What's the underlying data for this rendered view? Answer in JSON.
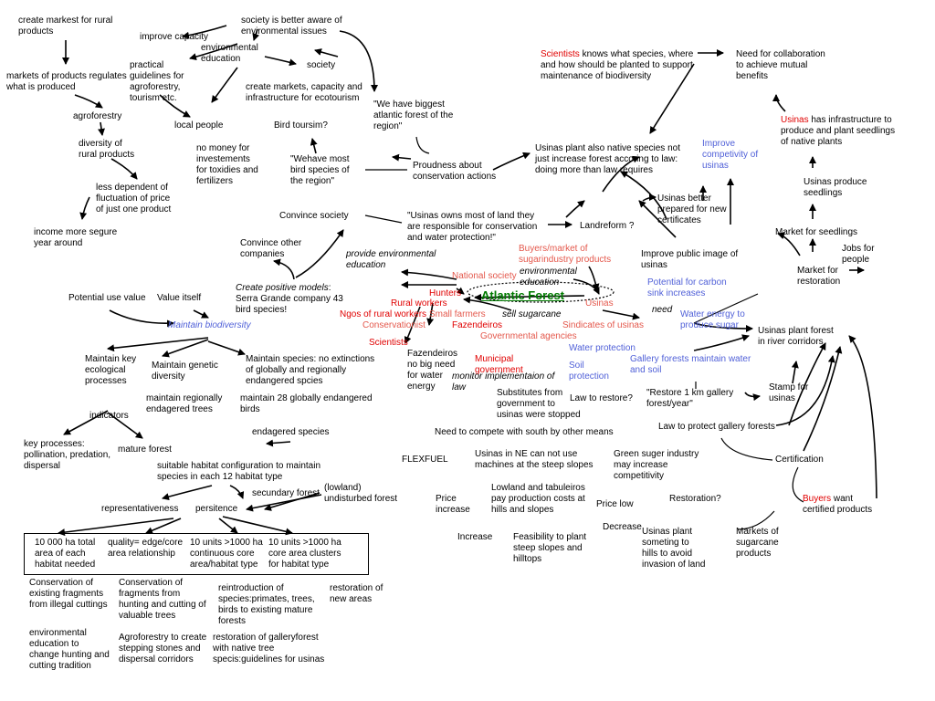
{
  "center": "Atlantic Forest",
  "colors": {
    "red": "#e00000",
    "salmon": "#e4584c",
    "blue": "#5060d8",
    "green": "#007a00"
  },
  "nodes": {
    "n1": "create markest for rural\nproducts",
    "n2": "society is better aware of\nenvironmental issues",
    "n3": "improve capacity",
    "n4": "environmental\neducation",
    "n5": "practical\nguidelines for\nagroforestry,\ntourism etc.",
    "n6": "society",
    "n7": "markets of products regulates\nwhat is produced",
    "n8": "create markets, capacity and\ninfrastructure for ecotourism",
    "n9": "agroforestry",
    "n10": "local people",
    "n11": "Bird toursim?",
    "n12": "\"We have biggest\natlantic forest of the\nregion\"",
    "n13": "diversity of\nrural products",
    "n14": "no money for\ninvestements\nfor toxidies and\nfertilizers",
    "n15": "\"Wehave most\nbird species of\nthe region\"",
    "n16": "Proudness about\nconservation actions",
    "n17": "less dependent of\nfluctuation of price\nof just one product",
    "n18": "income more segure\nyear around",
    "n19": "Convince society",
    "n20": "\"Usinas owns most of land they\nare responsible for conservation\nand water protection!\"",
    "n21": "Landreform ?",
    "n22a": "Scientists",
    "n22b": " knows what species, where\nand how should be planted to support\nmaintenance of biodiversity",
    "n23": "Need for collaboration\nto achieve mutual\nbenefits",
    "n24": "Usinas plant also native species not\njust increase forest accoring to law:\ndoing more than law requires",
    "n25": "Improve\ncompetivity of\nusinas",
    "n26a": "Usinas",
    "n26b": " has infrastructure to\nproduce and plant seedlings\nof  native plants",
    "n27": "Usinas produce\nseedlings",
    "n28": "Usinas better\nprepared for new\ncertificates",
    "n29": "Market for seedlings",
    "n30": "Jobs for\npeople",
    "n31": "Convince other\ncompanies",
    "n32": "provide environmental\neducation",
    "n33": "Buyers/market of\nsugarindustry products",
    "n34": "Improve public image of\nusinas",
    "n35": "Market for\nrestoration",
    "n36": "Potential for carbon\nsink increases",
    "n37": "National society",
    "n38": "environmental\neducation",
    "n39": "Create positive models",
    "n39b": ":\nSerra Grande company 43\nbird species!",
    "n40": "Hunters",
    "n41": "Usinas",
    "n42": "need",
    "n43": "Potential use value",
    "n44": "Value itself",
    "n45": "Rural workers",
    "n46": "Ngos of rural workers",
    "n47": "Small farmers",
    "n48": "sell sugarcane",
    "n49": "Water energy to\nproduce sugar",
    "n50": "Maintain biodiversity",
    "n51": "Conservationist",
    "n52": "Fazendeiros",
    "n53": "Sindicates of usinas",
    "n54": "Usinas plant forest\nin river corridors",
    "n55": "Scientists",
    "n56": "Governmental agencies",
    "n57": "Water protection",
    "n58": "Fazendeiros\nno big need\nfor water\nenergy",
    "n59": "Municipal\ngovernment",
    "n60": "Gallery forests maintain water\nand soil",
    "n61": "Soil\nprotection",
    "n62": "Maintain key\necological\nprocesses",
    "n63": "Maintain genetic\ndiversity",
    "n64": "Maintain species: no extinctions\nof globally and regionally\nendangered spcies",
    "n65": "monitor implementaion of\nlaw",
    "n66": "Substitutes from\ngovernment to\nusinas were stopped",
    "n67": "Law to restore?",
    "n68": "\"Restore 1 km gallery\nforest/year\"",
    "n69": "Stamp for\nusinas",
    "n70": "maintain regionally\nendagered trees",
    "n71": "maintain 28 globally endangered\nbirds",
    "n72": "indicators",
    "n73": "Law to protect gallery forests",
    "n74": "endagered species",
    "n75": "Need to compete with south by other means",
    "n76": "key processes:\npollination, predation,\ndispersal",
    "n77": "mature forest",
    "n78": "FLEXFUEL",
    "n79": "Usinas in NE can not use\nmachines at the steep slopes",
    "n80": "Green suger industry\nmay increase\ncompetitivity",
    "n81": "Certification",
    "n82": "suitable habitat configuration to maintain\nspecies in each 12 habitat type",
    "n83": "(lowland)\nundisturbed forest",
    "n84": "secundary forest",
    "n85": "Lowland and tabuleiros\npay production costs at\nhills and slopes",
    "n86": "Price\nincrease",
    "n87": "Price low",
    "n88": "Restoration?",
    "n89a": "Buyers",
    "n89b": " want\ncertified products",
    "n90": "representativeness",
    "n91": "persitence",
    "n92": "Decrease",
    "n93": "Usinas plant\nsometing to\nhills to avoid\ninvasion of land",
    "n94": "Markets of\nsugarcane\nproducts",
    "n95": "Increase",
    "n96": "Feasibility to plant\nsteep slopes and\nhilltops",
    "n97": "10 000 ha total\narea of each\nhabitat needed",
    "n98": "quality= edge/core\narea relationship",
    "n99": "10 units >1000 ha\ncontinuous core\narea/habitat type",
    "n100": "10 units >1000 ha\ncore area clusters\nfor habitat type",
    "n101": "Conservation of\nexisting fragments\nfrom illegal cuttings",
    "n102": "Conservation of\nfragments from\nhunting and cutting of\nvaluable trees",
    "n103": "reintroduction of\nspecies:primates, trees,\nbirds to existing mature\nforests",
    "n104": "restoration of\nnew areas",
    "n105": "environmental\neducation to\nchange hunting and\ncutting tradition",
    "n106": "Agroforestry to create\nstepping stones and\ndispersal corridors",
    "n107": "restoration of galleryforest\nwith native tree\nspecis:guidelines for usinas"
  }
}
